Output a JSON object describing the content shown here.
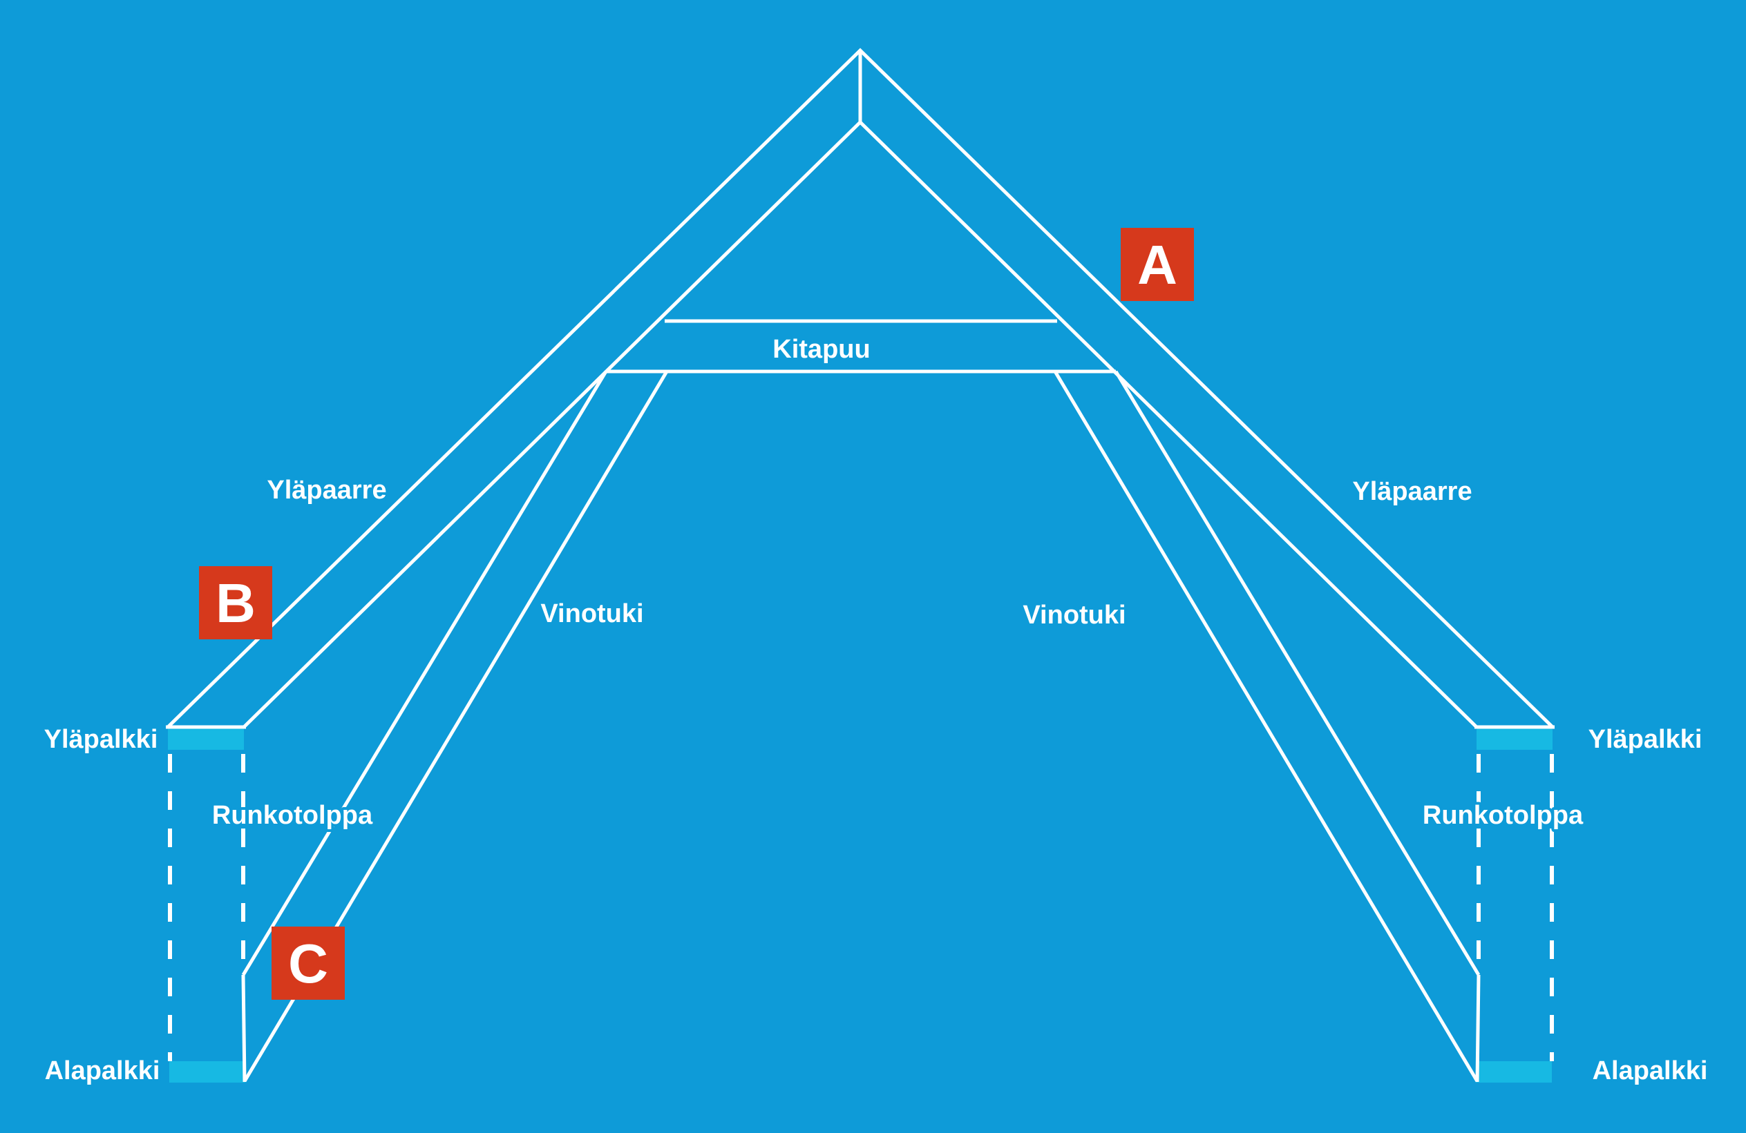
{
  "diagram": {
    "description": "Roof truss structure diagram with Finnish part labels"
  },
  "colors": {
    "background": "#0E9BD8",
    "highlight": "#17B9E3",
    "badge": "#D6391C",
    "line": "#FFFFFF",
    "text": "#FFFFFF"
  },
  "labels": {
    "kitapuu": "Kitapuu",
    "ylapaarre_left": "Yläpaarre",
    "ylapaarre_right": "Yläpaarre",
    "vinotuki_left": "Vinotuki",
    "vinotuki_right": "Vinotuki",
    "ylapalkki_left": "Yläpalkki",
    "ylapalkki_right": "Yläpalkki",
    "runkotolppa_left": "Runkotolppa",
    "runkotolppa_right": "Runkotolppa",
    "alapalkki_left": "Alapalkki",
    "alapalkki_right": "Alapalkki"
  },
  "badges": {
    "a": "A",
    "b": "B",
    "c": "C"
  }
}
